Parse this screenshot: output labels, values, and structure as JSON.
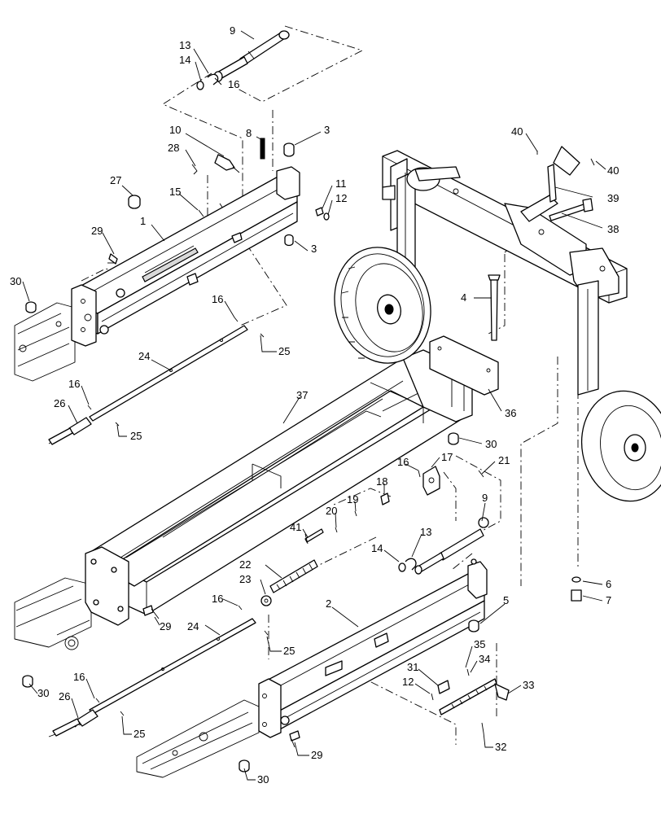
{
  "callouts": [
    {
      "id": "c9a",
      "text": "9"
    },
    {
      "id": "c13a",
      "text": "13"
    },
    {
      "id": "c14a",
      "text": "14"
    },
    {
      "id": "c16a",
      "text": "16"
    },
    {
      "id": "c10",
      "text": "10"
    },
    {
      "id": "c8",
      "text": "8"
    },
    {
      "id": "c3a",
      "text": "3"
    },
    {
      "id": "c28",
      "text": "28"
    },
    {
      "id": "c27",
      "text": "27"
    },
    {
      "id": "c15",
      "text": "15"
    },
    {
      "id": "c11",
      "text": "11"
    },
    {
      "id": "c12a",
      "text": "12"
    },
    {
      "id": "c1",
      "text": "1"
    },
    {
      "id": "c3b",
      "text": "3"
    },
    {
      "id": "c29a",
      "text": "29"
    },
    {
      "id": "c30a",
      "text": "30"
    },
    {
      "id": "c16b",
      "text": "16"
    },
    {
      "id": "c25a",
      "text": "25"
    },
    {
      "id": "c24a",
      "text": "24"
    },
    {
      "id": "c16c",
      "text": "16"
    },
    {
      "id": "c26a",
      "text": "26"
    },
    {
      "id": "c25b",
      "text": "25"
    },
    {
      "id": "c40a",
      "text": "40"
    },
    {
      "id": "c40b",
      "text": "40"
    },
    {
      "id": "c39",
      "text": "39"
    },
    {
      "id": "c38",
      "text": "38"
    },
    {
      "id": "c4",
      "text": "4"
    },
    {
      "id": "c37",
      "text": "37"
    },
    {
      "id": "c36",
      "text": "36"
    },
    {
      "id": "c30b",
      "text": "30"
    },
    {
      "id": "c16d",
      "text": "16"
    },
    {
      "id": "c17",
      "text": "17"
    },
    {
      "id": "c21",
      "text": "21"
    },
    {
      "id": "c18",
      "text": "18"
    },
    {
      "id": "c19",
      "text": "19"
    },
    {
      "id": "c20",
      "text": "20"
    },
    {
      "id": "c9b",
      "text": "9"
    },
    {
      "id": "c41",
      "text": "41"
    },
    {
      "id": "c13b",
      "text": "13"
    },
    {
      "id": "c14b",
      "text": "14"
    },
    {
      "id": "c22",
      "text": "22"
    },
    {
      "id": "c23",
      "text": "23"
    },
    {
      "id": "c6",
      "text": "6"
    },
    {
      "id": "c7",
      "text": "7"
    },
    {
      "id": "c2",
      "text": "2"
    },
    {
      "id": "c5",
      "text": "5"
    },
    {
      "id": "c29b",
      "text": "29"
    },
    {
      "id": "c16e",
      "text": "16"
    },
    {
      "id": "c24b",
      "text": "24"
    },
    {
      "id": "c25c",
      "text": "25"
    },
    {
      "id": "c35",
      "text": "35"
    },
    {
      "id": "c34",
      "text": "34"
    },
    {
      "id": "c30c",
      "text": "30"
    },
    {
      "id": "c31",
      "text": "31"
    },
    {
      "id": "c33",
      "text": "33"
    },
    {
      "id": "c16f",
      "text": "16"
    },
    {
      "id": "c12b",
      "text": "12"
    },
    {
      "id": "c26b",
      "text": "26"
    },
    {
      "id": "c25d",
      "text": "25"
    },
    {
      "id": "c29c",
      "text": "29"
    },
    {
      "id": "c32",
      "text": "32"
    },
    {
      "id": "c30d",
      "text": "30"
    }
  ]
}
